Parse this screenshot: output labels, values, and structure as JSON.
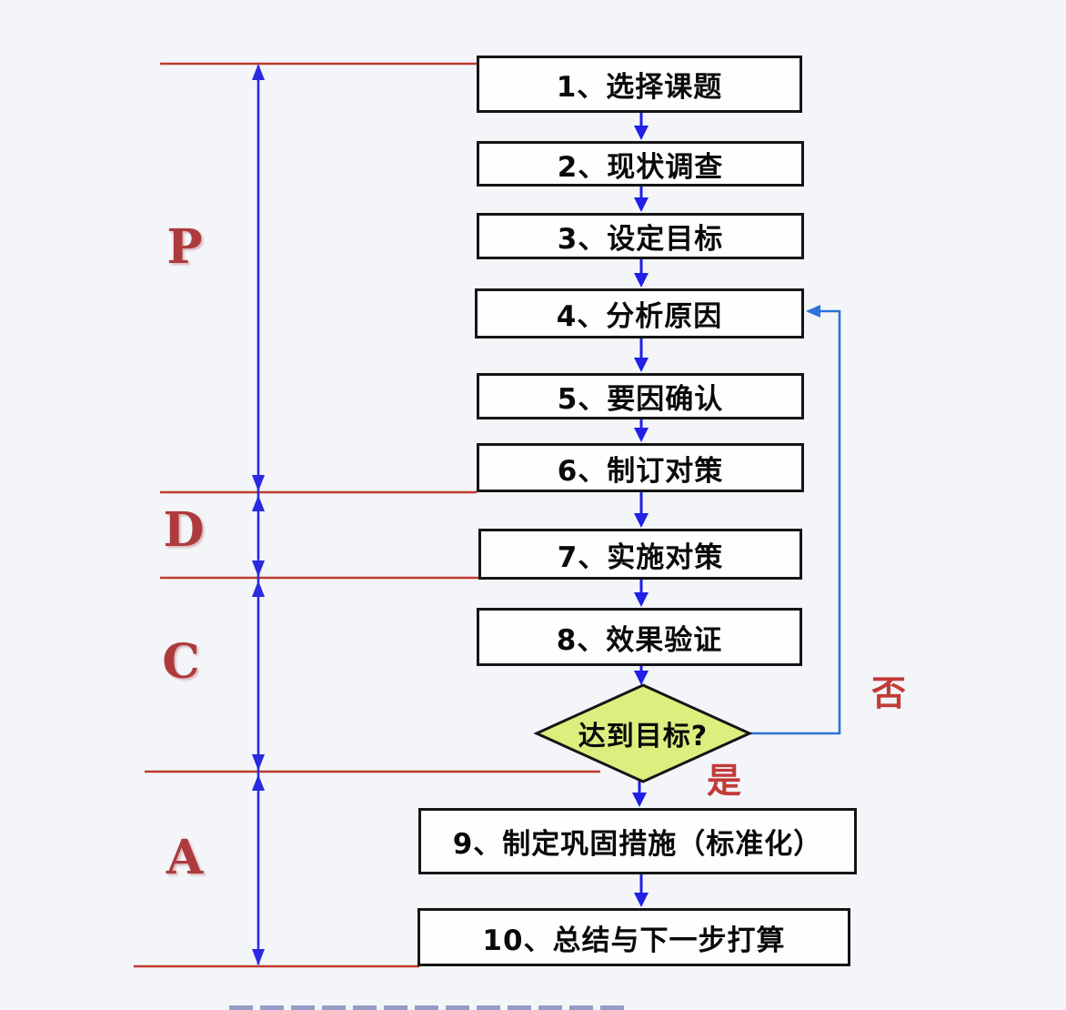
{
  "diagram": {
    "steps": [
      {
        "label": "1、选择课题"
      },
      {
        "label": "2、现状调查"
      },
      {
        "label": "3、设定目标"
      },
      {
        "label": "4、分析原因"
      },
      {
        "label": "5、要因确认"
      },
      {
        "label": "6、制订对策"
      },
      {
        "label": "7、实施对策"
      },
      {
        "label": "8、效果验证"
      },
      {
        "label": "9、制定巩固措施（标准化）"
      },
      {
        "label": "10、总结与下一步打算"
      }
    ],
    "decision": {
      "label": "达到目标?",
      "no_label": "否",
      "yes_label": "是"
    },
    "phases": [
      {
        "label": "P"
      },
      {
        "label": "D"
      },
      {
        "label": "C"
      },
      {
        "label": "A"
      }
    ],
    "colors": {
      "background": "#f3f5f9",
      "box_fill": "#fefeff",
      "box_border": "#151515",
      "flow_arrow_blue": "#2020e6",
      "dimension_line_blue": "#2a2ae0",
      "feedback_line_blue": "#2d72d4",
      "phase_boundary_red": "#c0392b",
      "phase_label_red": "#ad3b3d",
      "branch_label_red": "#c23a38",
      "decision_fill": "#dcee7d"
    }
  }
}
